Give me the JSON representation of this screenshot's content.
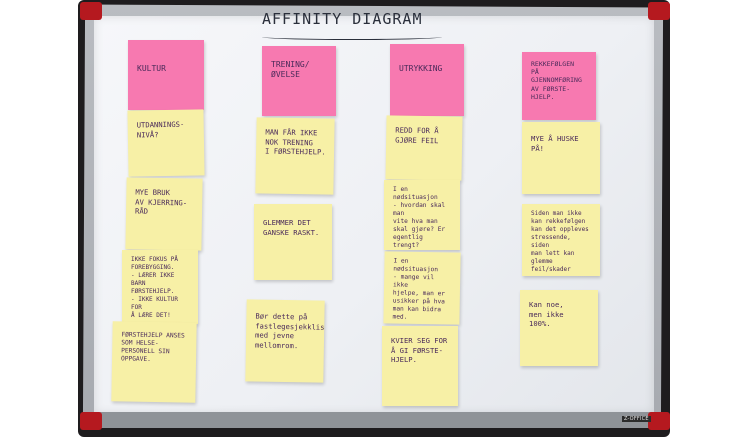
{
  "board": {
    "title": "AFFINITY DIAGRAM",
    "brand": "Z-OFFICE"
  },
  "columns": [
    {
      "header": "KULTUR",
      "notes": [
        "UTDANNINGS-\nNIVÅ?",
        "MYE BRUK\nAV KJERRING-\nRÅD",
        "IKKE FOKUS PÅ\nFOREBYGGING.\n- LÆRER IKKE BARN\nFØRSTEHJELP.\n- IKKE KULTUR FOR\nÅ LÆRE DET!",
        "FØRSTEHJELP ANSES\nSOM HELSE-\nPERSONELL SIN\nOPPGAVE."
      ]
    },
    {
      "header": "TRENING/\nØVELSE",
      "notes": [
        "MAN FÅR IKKE\nNOK TRENING\nI FØRSTEHJELP.",
        "GLEMMER DET\nGANSKE RASKT.",
        "Bør dette på\nfastlegesjekkliste\nmed jevne\nmellomrom."
      ]
    },
    {
      "header": "UTRYKKING",
      "notes": [
        "REDD FOR Å\nGJØRE FEIL",
        "I en nødsituasjon\n- hvordan skal man\nvite hva man\nskal gjøre? Er\negentlig trengt?",
        "I en nødsituasjon\n- mange vil ikke\nhjelpe, man er\nusikker på hva\nman kan bidra\nmed.",
        "KVIER SEG FOR\nÅ GI FØRSTE-\nHJELP."
      ]
    },
    {
      "header": "REKKEFØLGEN\nPÅ GJENNOMFØRING\nAV FØRSTE-\nHJELP.",
      "notes": [
        "MYE Å HUSKE\nPÅ!",
        "Siden man ikke\nkan rekkefølgen\nkan det oppleves\nstressende, siden\nman lett kan\nglemme feil/skader",
        "Kan noe,\nmen ikke\n100%."
      ]
    }
  ]
}
